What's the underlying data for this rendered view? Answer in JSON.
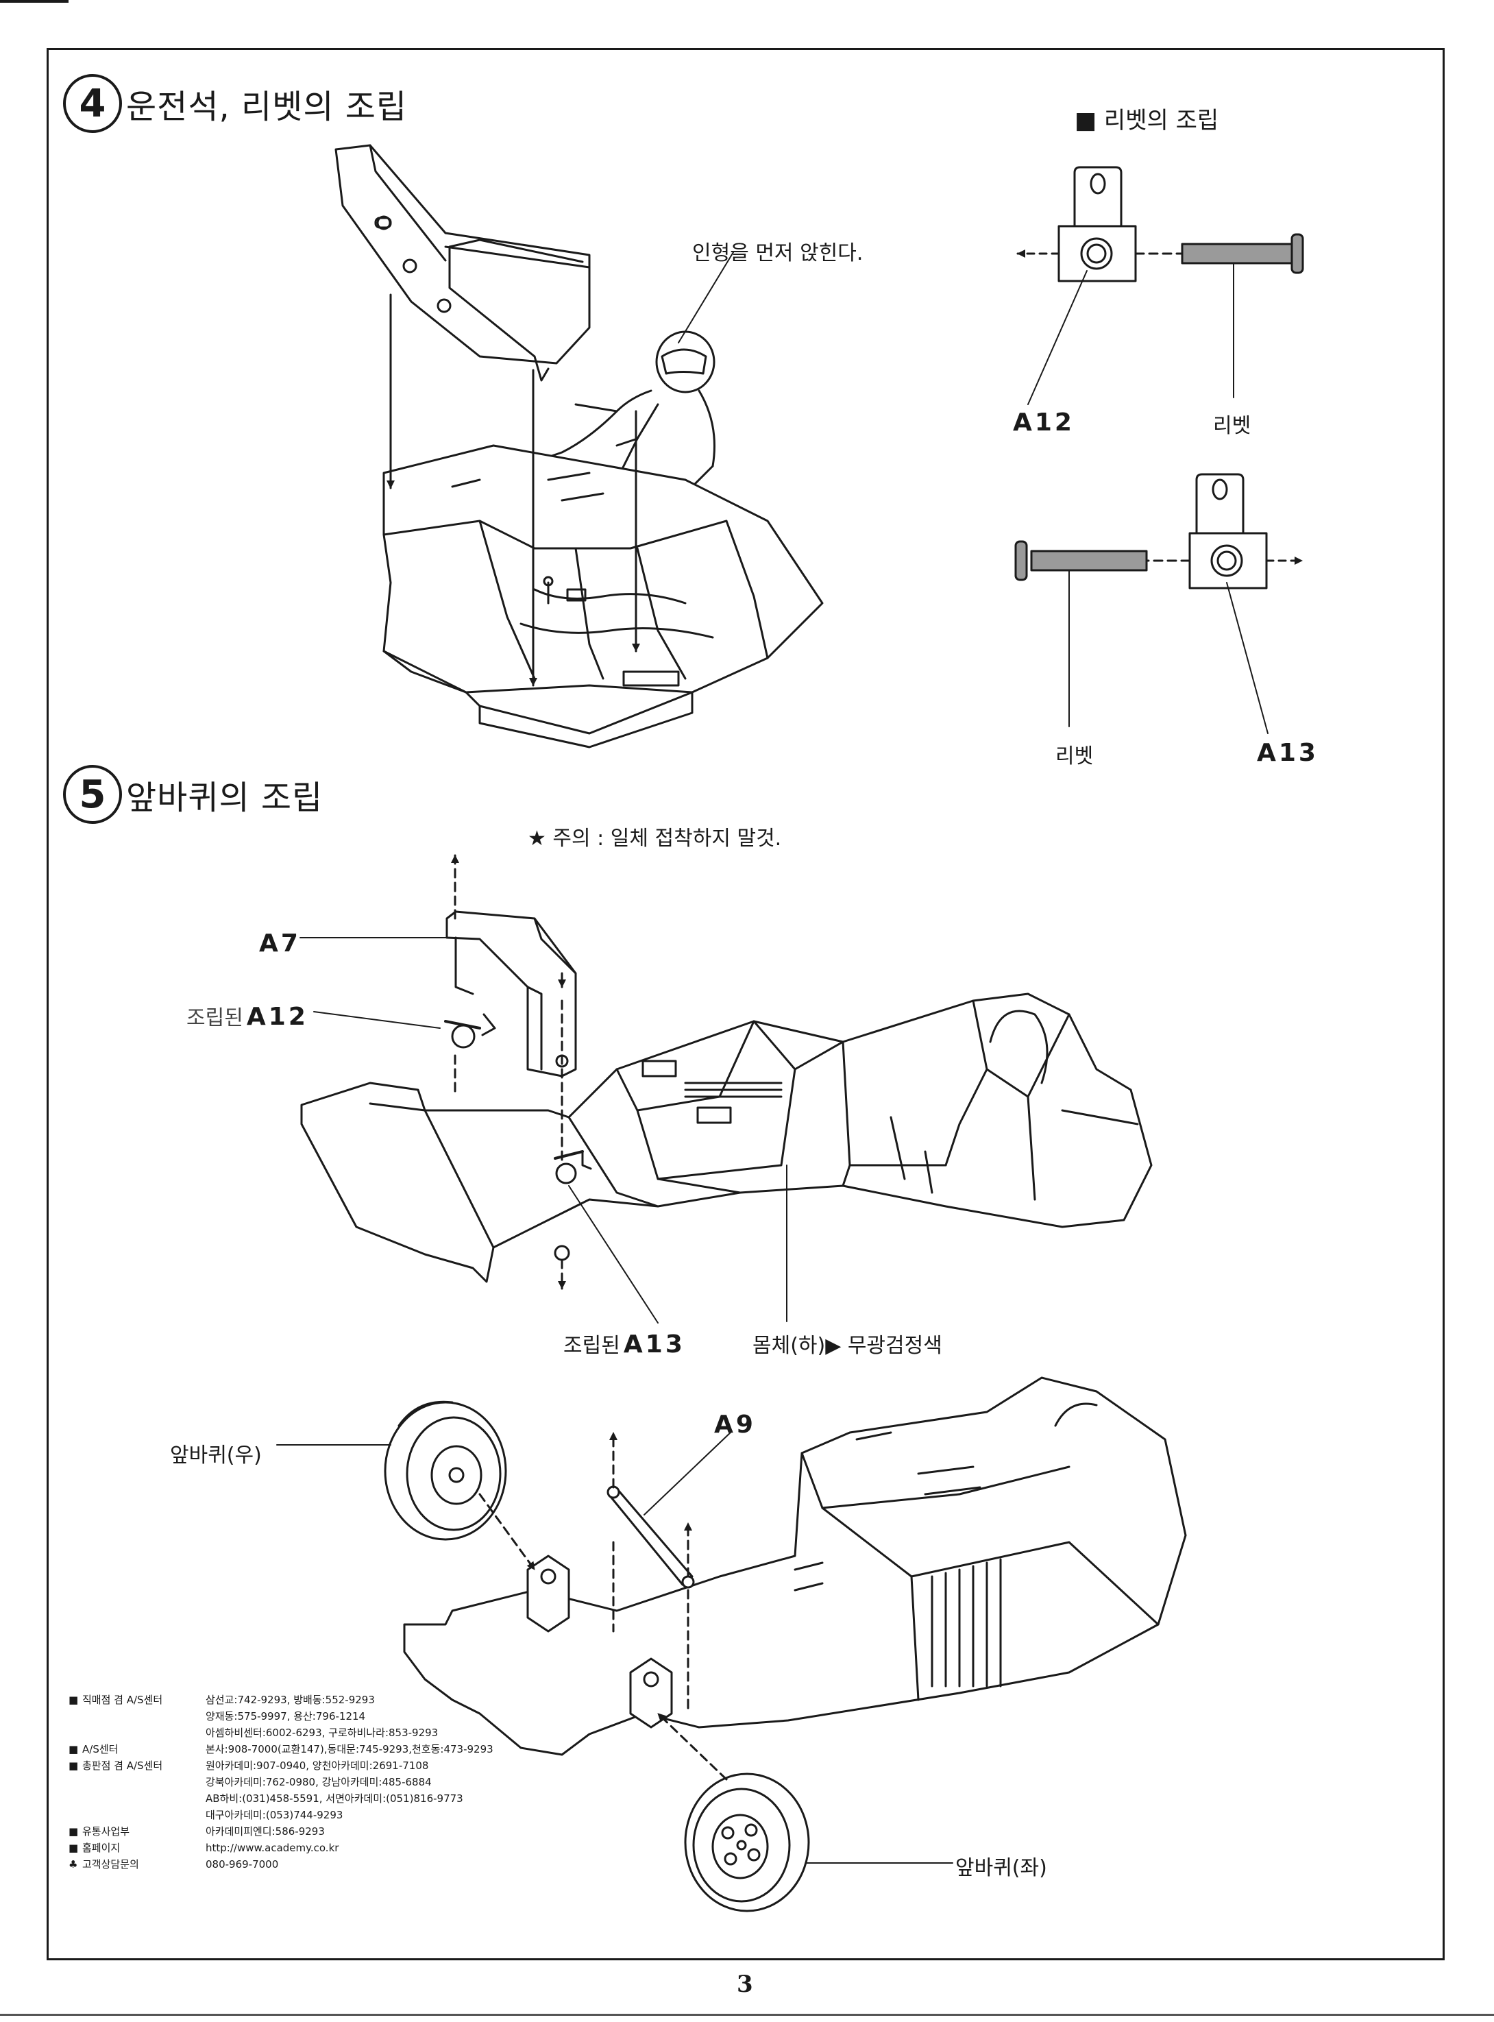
{
  "page_number": "3",
  "step4": {
    "number": "4",
    "title": "운전석, 리벳의 조립",
    "note_figure": "인형을 먼저 앉힌다.",
    "rivet_box_title": "■ 리벳의 조립",
    "label_a12": "A12",
    "label_rivet1": "리벳",
    "label_rivet2": "리벳",
    "label_a13": "A13"
  },
  "step5": {
    "number": "5",
    "title": "앞바퀴의 조립",
    "caution": "★ 주의 : 일체 접착하지 말것.",
    "label_a7": "A7",
    "label_assembled_a12_text": "조립된",
    "label_assembled_a12_code": "A12",
    "label_assembled_a13_text": "조립된",
    "label_assembled_a13_code": "A13",
    "label_body": "몸체(하)▶ 무광검정색",
    "label_a9": "A9",
    "label_wheel_right": "앞바퀴(우)",
    "label_wheel_left": "앞바퀴(좌)"
  },
  "contact": [
    {
      "bullet": "■",
      "category": "직매점 겸 A/S센터",
      "info": "삼선교:742-9293, 방배동:552-9293"
    },
    {
      "bullet": "",
      "category": "",
      "info": "양재동:575-9997, 용산:796-1214"
    },
    {
      "bullet": "",
      "category": "",
      "info": "아셈하비센터:6002-6293, 구로하비나라:853-9293"
    },
    {
      "bullet": "■",
      "category": "A/S센터",
      "info": "본사:908-7000(교환147),동대문:745-9293,천호동:473-9293"
    },
    {
      "bullet": "■",
      "category": "총판점 겸 A/S센터",
      "info": "원아카데미:907-0940, 양천아카데미:2691-7108"
    },
    {
      "bullet": "",
      "category": "",
      "info": "강북아카데미:762-0980, 강남아카데미:485-6884"
    },
    {
      "bullet": "",
      "category": "",
      "info": "AB하비:(031)458-5591, 서면아카데미:(051)816-9773"
    },
    {
      "bullet": "",
      "category": "",
      "info": "대구아카데미:(053)744-9293"
    },
    {
      "bullet": "■",
      "category": "유통사업부",
      "info": "아카데미피엔디:586-9293"
    },
    {
      "bullet": "■",
      "category": "홈페이지",
      "info": "http://www.academy.co.kr"
    },
    {
      "bullet": "♣",
      "category": "고객상담문의",
      "info": "080-969-7000"
    }
  ]
}
